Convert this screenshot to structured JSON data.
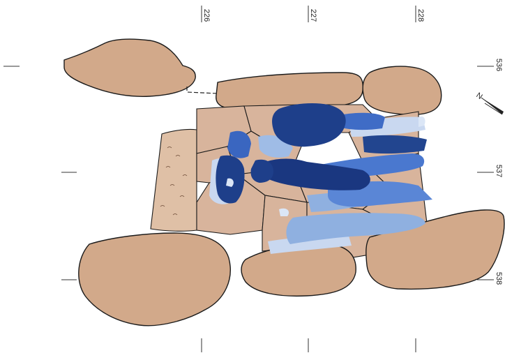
{
  "grid": {
    "x_labels": [
      "226",
      "227",
      "228"
    ],
    "y_labels": [
      "536",
      "537",
      "538"
    ]
  },
  "north_arrow": {
    "letter": "N"
  },
  "colors": {
    "stone": "#d2a98a",
    "floor_slab": "#d8b49c",
    "wall_stone": "#dfc0a6",
    "outline": "#1a1a1a",
    "skeleton_dark": "#1e3f8a",
    "skeleton_mid": "#3a66c0",
    "skeleton_light": "#8fb0e0",
    "skeleton_pale": "#c9d8f0"
  },
  "legend": []
}
